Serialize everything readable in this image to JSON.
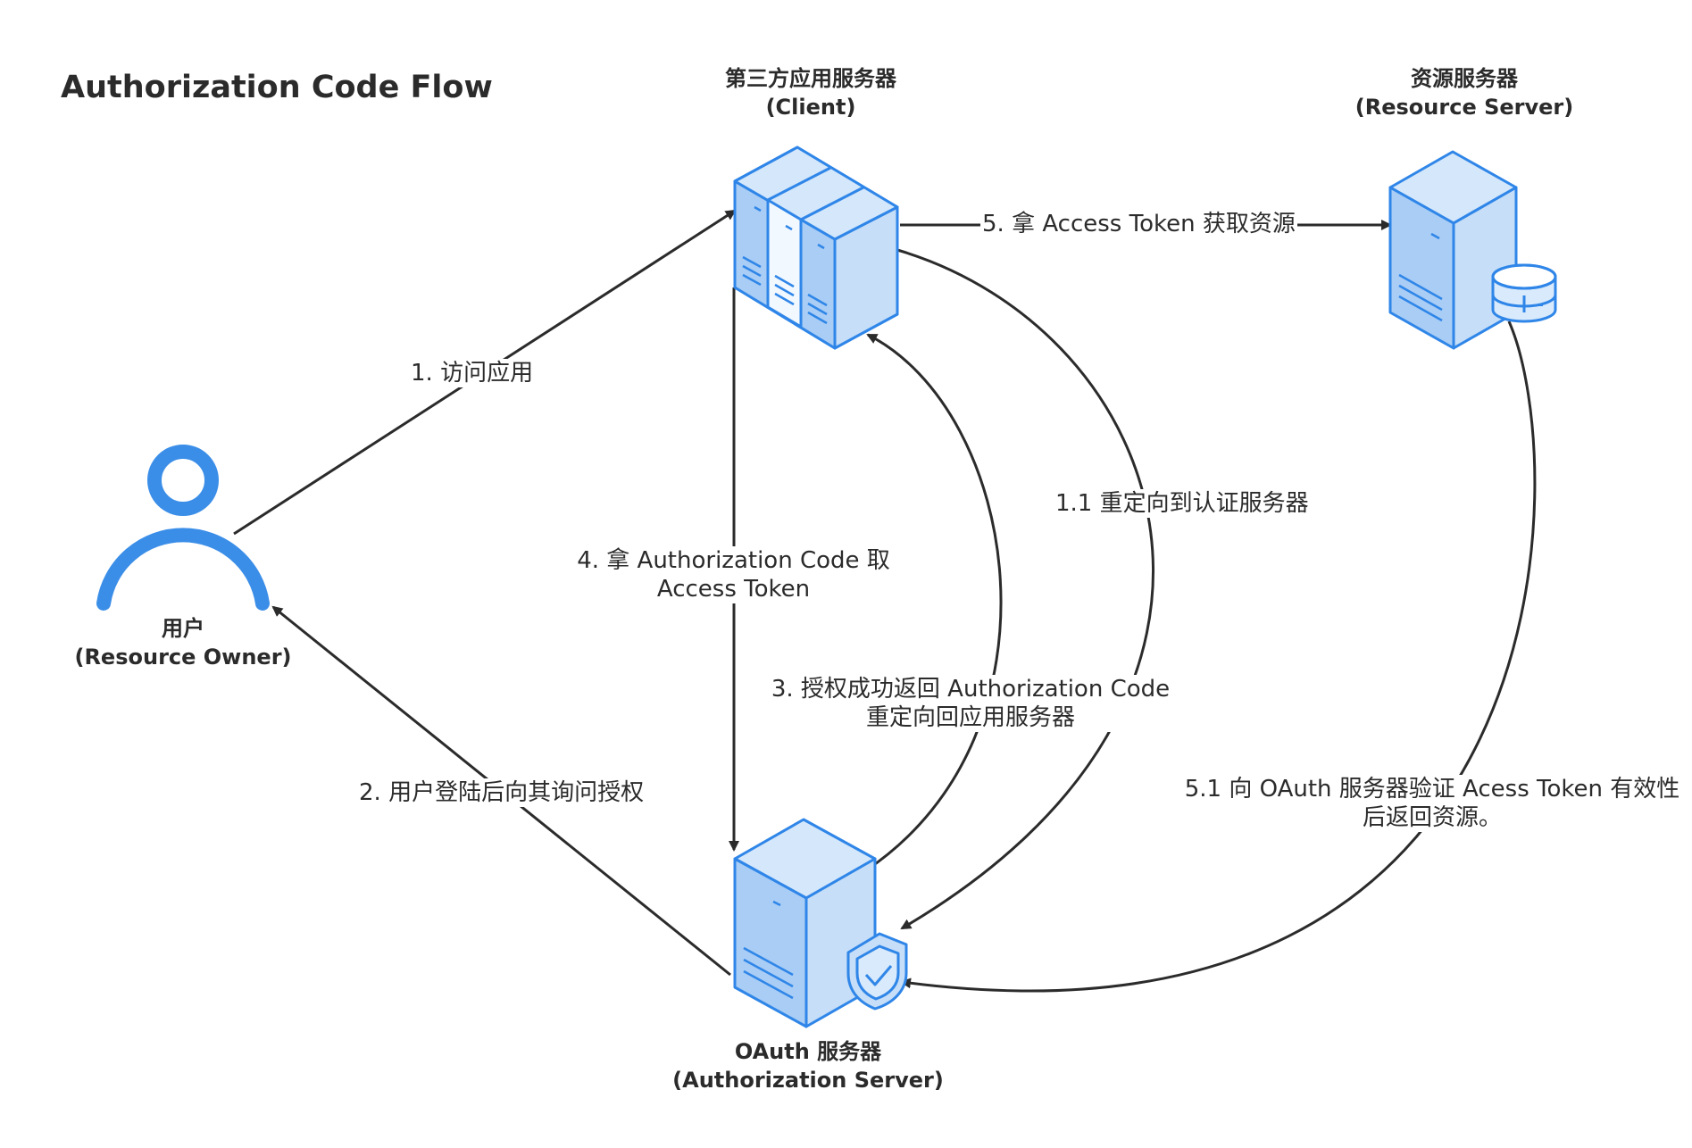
{
  "title": "Authorization Code Flow",
  "nodes": {
    "client": {
      "name": "第三方应用服务器",
      "role": "(Client)",
      "icon": "server-cluster-icon"
    },
    "resource_server": {
      "name": "资源服务器",
      "role": "(Resource Server)",
      "icon": "database-server-icon"
    },
    "user": {
      "name": "用户",
      "role": "(Resource Owner)",
      "icon": "user-icon"
    },
    "auth_server": {
      "name": "OAuth 服务器",
      "role": "(Authorization Server)",
      "icon": "shield-server-icon"
    }
  },
  "edges": {
    "e1": {
      "line1": "1. 访问应用"
    },
    "e11": {
      "line1": "1.1 重定向到认证服务器"
    },
    "e2": {
      "line1": "2. 用户登陆后向其询问授权"
    },
    "e3": {
      "line1": "3. 授权成功返回 Authorization Code",
      "line2": "重定向回应用服务器"
    },
    "e4": {
      "line1": "4. 拿 Authorization Code 取",
      "line2": "Access Token"
    },
    "e5": {
      "line1": "5. 拿 Access Token 获取资源"
    },
    "e51": {
      "line1": "5.1 向 OAuth 服务器验证 Acess Token 有效性",
      "line2": "后返回资源。"
    }
  },
  "colors": {
    "icon_fill": "#b9d7f7",
    "icon_stroke": "#2f86e8",
    "arrow": "#2b2b2b"
  }
}
